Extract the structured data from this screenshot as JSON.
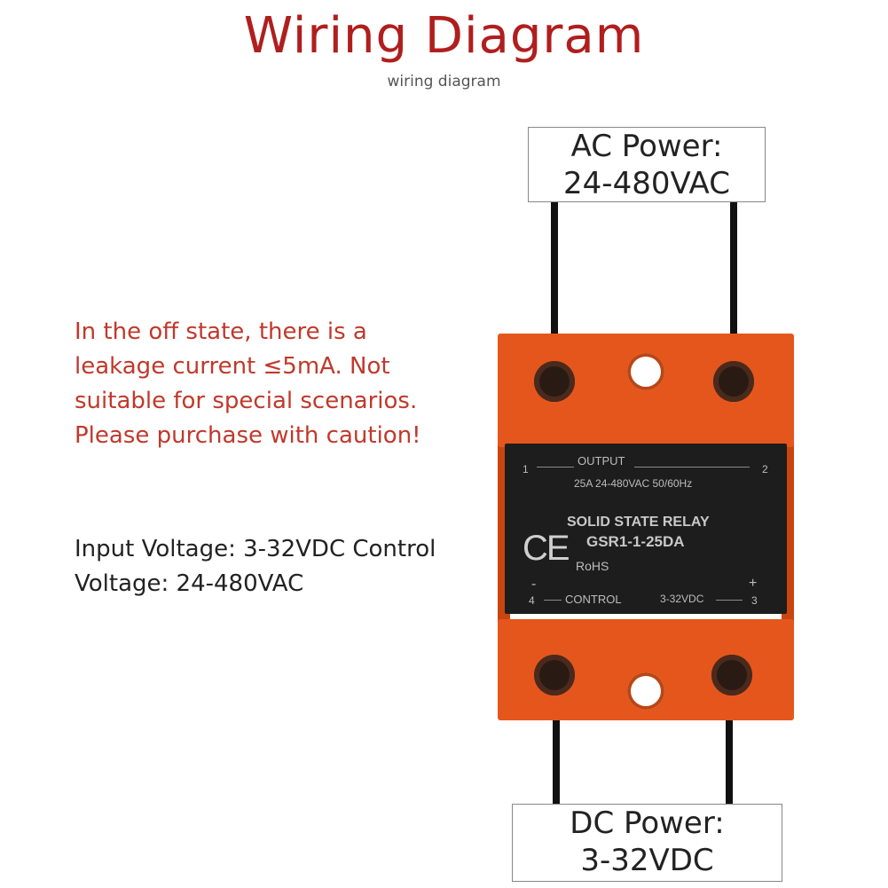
{
  "header": {
    "title": "Wiring Diagram",
    "subtitle": "wiring diagram"
  },
  "ac_power": {
    "line1": "AC Power:",
    "line2": "24-480VAC"
  },
  "dc_power": {
    "line1": "DC Power:",
    "line2": "3-32VDC"
  },
  "warning": {
    "lines": [
      "In the off state, there is a",
      "leakage current ≤5mA. Not",
      "suitable for special scenarios.",
      "Please purchase with caution!"
    ]
  },
  "specs": {
    "lines": [
      "Input Voltage: 3-32VDC Control",
      "Voltage: 24-480VAC"
    ]
  },
  "relay": {
    "output_label": "OUTPUT",
    "output_rating": "25A 24-480VAC 50/60Hz",
    "terminal_1": "1",
    "terminal_2": "2",
    "terminal_3": "3",
    "terminal_4": "4",
    "type": "SOLID STATE RELAY",
    "model": "GSR1-1-25DA",
    "ce_mark": "CE",
    "rohs": "RoHS",
    "minus": "-",
    "plus": "+",
    "control_label": "CONTROL",
    "control_rating": "3-32VDC"
  },
  "colors": {
    "title": "#b01e1e",
    "warning": "#c0392b",
    "case": "#e5561d",
    "plate": "#1d1d1d",
    "wire": "#111111"
  }
}
